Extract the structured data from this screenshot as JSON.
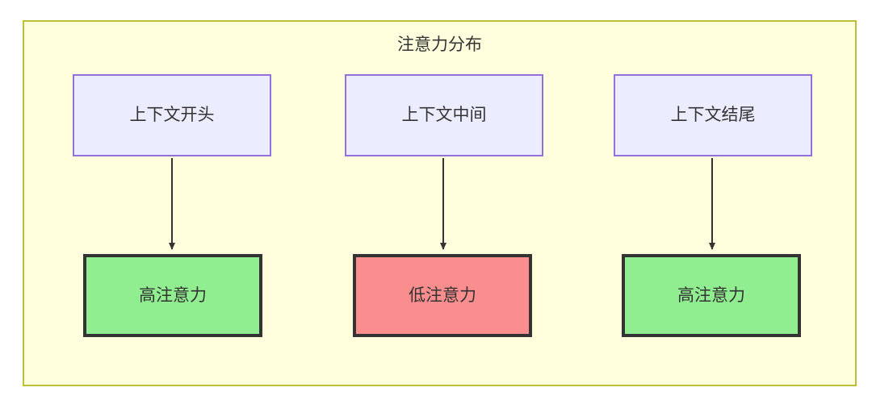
{
  "diagram": {
    "title": "注意力分布",
    "type": "flowchart",
    "direction": "top-to-bottom",
    "container": {
      "label": "注意力分布",
      "fill": "#ffffde",
      "stroke": "#bfbf37"
    },
    "colors": {
      "context_fill": "#ececff",
      "context_stroke": "#9370db",
      "high_attention_fill": "#90ee90",
      "low_attention_fill": "#fa8d8d",
      "node_stroke": "#333333",
      "edge_stroke": "#333333",
      "text": "#333333"
    },
    "columns": [
      {
        "id": "start",
        "source": {
          "label": "上下文开头",
          "kind": "context-segment"
        },
        "target": {
          "label": "高注意力",
          "kind": "attention-level",
          "level": "high"
        },
        "edge": {
          "label": "",
          "style": "solid",
          "arrow": "triangle"
        }
      },
      {
        "id": "middle",
        "source": {
          "label": "上下文中间",
          "kind": "context-segment"
        },
        "target": {
          "label": "低注意力",
          "kind": "attention-level",
          "level": "low"
        },
        "edge": {
          "label": "",
          "style": "solid",
          "arrow": "triangle"
        }
      },
      {
        "id": "end",
        "source": {
          "label": "上下文结尾",
          "kind": "context-segment"
        },
        "target": {
          "label": "高注意力",
          "kind": "attention-level",
          "level": "high"
        },
        "edge": {
          "label": "",
          "style": "solid",
          "arrow": "triangle"
        }
      }
    ]
  }
}
